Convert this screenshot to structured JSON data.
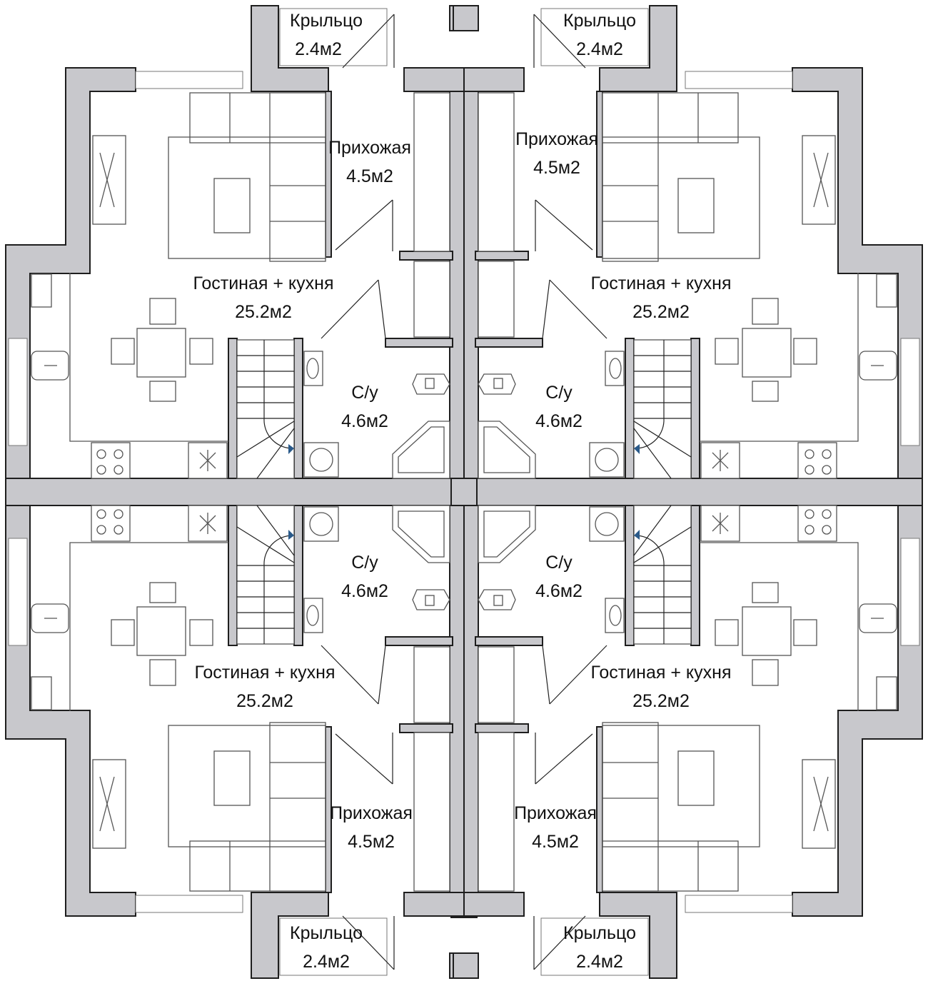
{
  "colors": {
    "wall": "#c8c8cc",
    "wall_stroke": "#1e1e1e",
    "furniture": "#555555",
    "arrow": "#2a5a8a"
  },
  "icons": [
    "sofa-icon",
    "coffee-table-icon",
    "dining-table-icon",
    "stove-icon",
    "sink-icon",
    "toilet-icon",
    "shower-icon",
    "washing-machine-icon",
    "tv-icon",
    "staircase-icon",
    "boiler-icon"
  ],
  "units": [
    {
      "porch": {
        "name": "Крыльцо",
        "area": "2.4м2"
      },
      "hall": {
        "name": "Прихожая",
        "area": "4.5м2"
      },
      "living": {
        "name": "Гостиная + кухня",
        "area": "25.2м2"
      },
      "bath": {
        "name": "С/у",
        "area": "4.6м2"
      }
    },
    {
      "porch": {
        "name": "Крыльцо",
        "area": "2.4м2"
      },
      "hall": {
        "name": "Прихожая",
        "area": "4.5м2"
      },
      "living": {
        "name": "Гостиная + кухня",
        "area": "25.2м2"
      },
      "bath": {
        "name": "С/у",
        "area": "4.6м2"
      }
    },
    {
      "porch": {
        "name": "Крыльцо",
        "area": "2.4м2"
      },
      "hall": {
        "name": "Прихожая",
        "area": "4.5м2"
      },
      "living": {
        "name": "Гостиная + кухня",
        "area": "25.2м2"
      },
      "bath": {
        "name": "С/у",
        "area": "4.6м2"
      }
    },
    {
      "porch": {
        "name": "Крыльцо",
        "area": "2.4м2"
      },
      "hall": {
        "name": "Прихожая",
        "area": "4.5м2"
      },
      "living": {
        "name": "Гостиная + кухня",
        "area": "25.2м2"
      },
      "bath": {
        "name": "С/у",
        "area": "4.6м2"
      }
    }
  ]
}
